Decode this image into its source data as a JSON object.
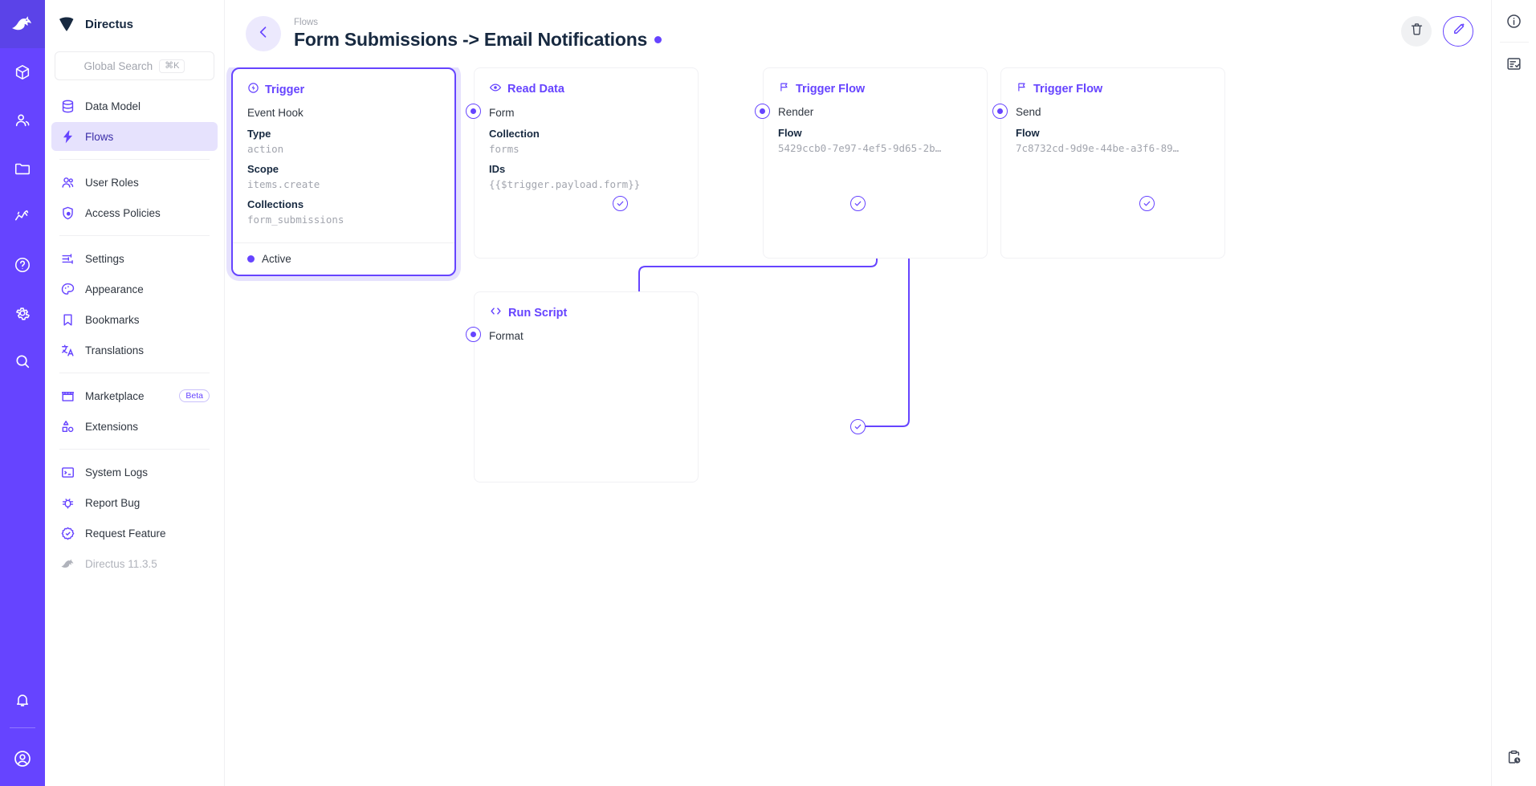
{
  "rail": {
    "logo_icon": "directus-rabbit-logo",
    "items": [
      {
        "name": "content-box-icon"
      },
      {
        "name": "users-icon"
      },
      {
        "name": "folder-icon"
      },
      {
        "name": "insights-chart-icon"
      },
      {
        "name": "help-circle-icon"
      },
      {
        "name": "settings-gear-icon"
      },
      {
        "name": "search-icon"
      }
    ],
    "bottom": [
      {
        "name": "notifications-bell-icon"
      },
      {
        "name": "account-avatar-icon"
      }
    ]
  },
  "sidebar": {
    "brand": "Directus",
    "search": {
      "placeholder": "Global Search",
      "shortcut": "⌘K"
    },
    "groups": [
      {
        "items": [
          {
            "label": "Data Model",
            "icon": "database-icon",
            "active": false
          },
          {
            "label": "Flows",
            "icon": "lightning-bolt-icon",
            "active": true
          }
        ]
      },
      {
        "items": [
          {
            "label": "User Roles",
            "icon": "users-icon",
            "active": false
          },
          {
            "label": "Access Policies",
            "icon": "shield-lock-icon",
            "active": false
          }
        ]
      },
      {
        "items": [
          {
            "label": "Settings",
            "icon": "sliders-icon",
            "active": false
          },
          {
            "label": "Appearance",
            "icon": "palette-icon",
            "active": false
          },
          {
            "label": "Bookmarks",
            "icon": "bookmark-icon",
            "active": false
          },
          {
            "label": "Translations",
            "icon": "translate-icon",
            "active": false
          }
        ]
      },
      {
        "items": [
          {
            "label": "Marketplace",
            "icon": "storefront-icon",
            "badge": "Beta",
            "active": false
          },
          {
            "label": "Extensions",
            "icon": "shapes-icon",
            "active": false
          }
        ]
      },
      {
        "items": [
          {
            "label": "System Logs",
            "icon": "terminal-icon",
            "active": false
          },
          {
            "label": "Report Bug",
            "icon": "bug-icon",
            "active": false
          },
          {
            "label": "Request Feature",
            "icon": "badge-check-icon",
            "active": false
          },
          {
            "label": "Directus 11.3.5",
            "icon": "directus-rabbit-logo",
            "active": false,
            "muted": true
          }
        ]
      }
    ]
  },
  "header": {
    "breadcrumb": "Flows",
    "title": "Form Submissions -> Email Notifications",
    "status_dot_color": "#6644ff",
    "back_icon": "arrow-left-icon",
    "delete_icon": "trash-icon",
    "edit_icon": "pencil-icon"
  },
  "right_rail": {
    "items": [
      {
        "name": "info-circle-icon"
      },
      {
        "name": "notes-checklist-icon"
      }
    ],
    "bottom": [
      {
        "name": "activity-history-icon"
      }
    ]
  },
  "flow": {
    "nodes": [
      {
        "id": "trigger",
        "type": "Trigger",
        "icon": "trigger-bolt-circle-icon",
        "selected": true,
        "subtitle": "Event Hook",
        "fields": [
          {
            "key": "Type",
            "value": "action"
          },
          {
            "key": "Scope",
            "value": "items.create"
          },
          {
            "key": "Collections",
            "value": "form_submissions"
          }
        ],
        "footer": "Active"
      },
      {
        "id": "read-data",
        "type": "Read Data",
        "icon": "eye-icon",
        "selected": false,
        "subtitle": "Form",
        "fields": [
          {
            "key": "Collection",
            "value": "forms"
          },
          {
            "key": "IDs",
            "value": "{{$trigger.payload.form}}"
          }
        ]
      },
      {
        "id": "run-script",
        "type": "Run Script",
        "icon": "code-brackets-icon",
        "selected": false,
        "subtitle": "Format",
        "fields": []
      },
      {
        "id": "trigger-flow-render",
        "type": "Trigger Flow",
        "icon": "flag-icon",
        "selected": false,
        "subtitle": "Render",
        "fields": [
          {
            "key": "Flow",
            "value": "5429ccb0-7e97-4ef5-9d65-2b…"
          }
        ]
      },
      {
        "id": "trigger-flow-send",
        "type": "Trigger Flow",
        "icon": "flag-icon",
        "selected": false,
        "subtitle": "Send",
        "fields": [
          {
            "key": "Flow",
            "value": "7c8732cd-9d9e-44be-a3f6-89…"
          }
        ]
      }
    ],
    "edge_color": "#6644ff"
  }
}
